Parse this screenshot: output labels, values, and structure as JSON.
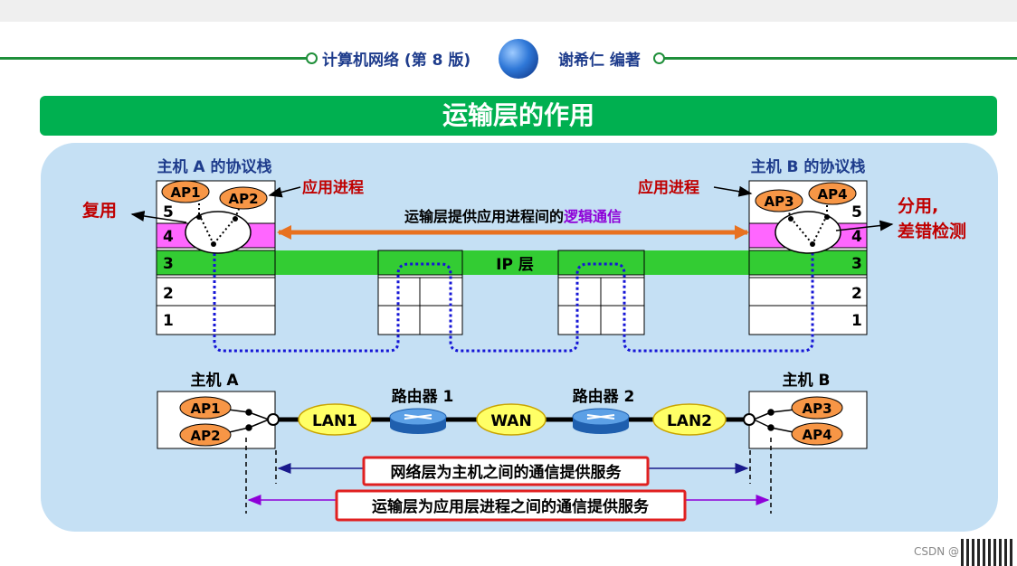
{
  "header": {
    "book": "计算机网络 (第 8 版)",
    "author": "谢希仁 编著"
  },
  "title": "运输层的作用",
  "top": {
    "hostA_label": "主机 A 的协议栈",
    "hostB_label": "主机 B 的协议栈",
    "app_process_left": "应用进程",
    "app_process_right": "应用进程",
    "multiplex": "复用",
    "demux_line1": "分用,",
    "demux_line2": "差错检测",
    "logical_comm_prefix": "运输层提供应用进程间的",
    "logical_comm_highlight": "逻辑通信",
    "ip_layer": "IP 层",
    "layers": [
      "5",
      "4",
      "3",
      "2",
      "1"
    ],
    "ap": [
      "AP1",
      "AP2",
      "AP3",
      "AP4"
    ]
  },
  "bottom": {
    "hostA": "主机 A",
    "hostB": "主机 B",
    "router1": "路由器 1",
    "router2": "路由器 2",
    "lan1": "LAN1",
    "wan": "WAN",
    "lan2": "LAN2",
    "network_service": "网络层为主机之间的通信提供服务",
    "transport_service": "运输层为应用层进程之间的通信提供服务"
  },
  "watermark": "CSDN @",
  "colors": {
    "header_blue": "#1e3c8c",
    "title_green": "#00b050",
    "panel_bg": "#c5e0f4",
    "ip_green": "#33cc33",
    "transport_pink": "#ff66ff",
    "ap_orange": "#f79646",
    "arrow_orange": "#e8711f",
    "dotted_blue": "#1515d6",
    "red_label": "#c00000",
    "purple": "#8e00d8",
    "box_red": "#e02020"
  }
}
